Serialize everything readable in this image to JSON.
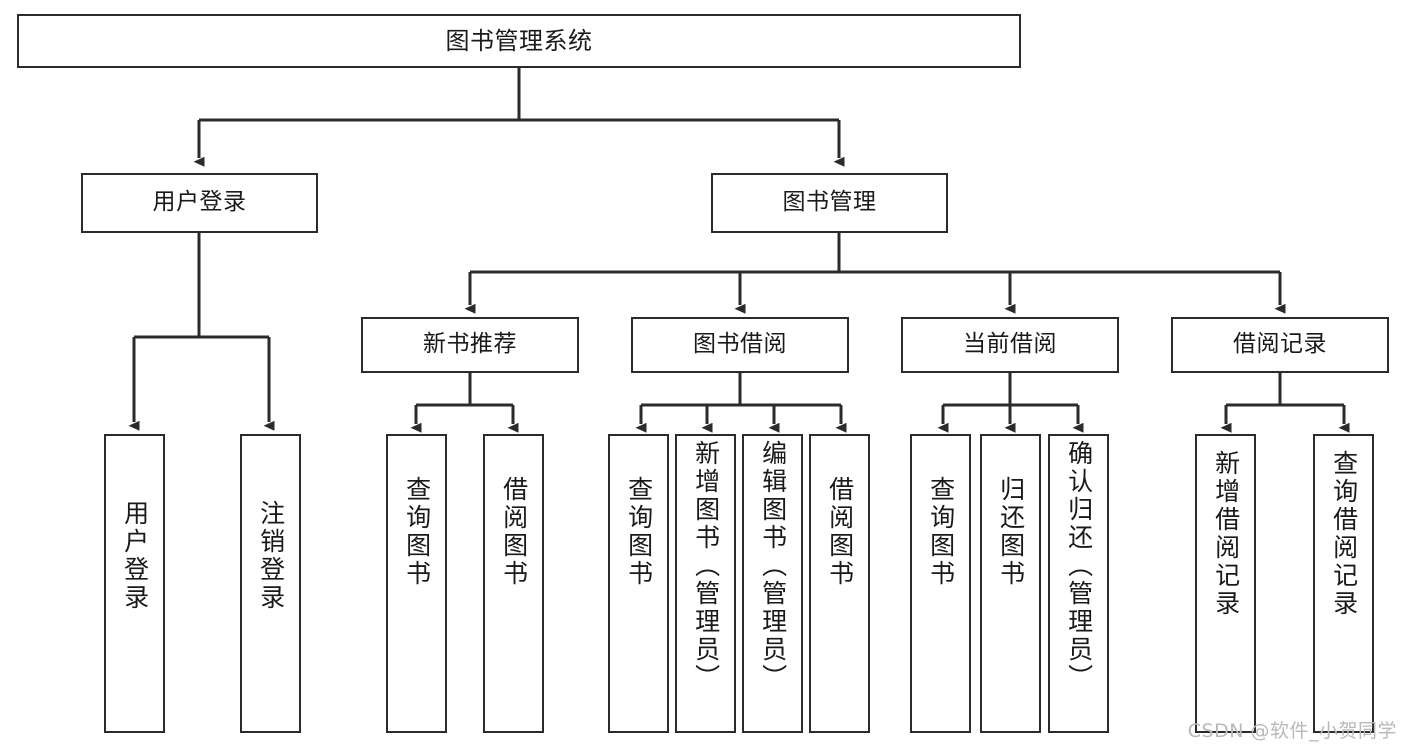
{
  "diagram": {
    "type": "tree",
    "title": "图书管理系统",
    "orientation": "top-down",
    "line_color": "#2b2b2b",
    "box_fill": "#ffffff",
    "text_color": "#1a1a1a"
  },
  "nodes": {
    "root": {
      "label": "图书管理系统"
    },
    "level2": [
      {
        "id": "user-login",
        "label": "用户登录"
      },
      {
        "id": "book-manage",
        "label": "图书管理"
      }
    ],
    "level3": [
      {
        "id": "new-book-recommend",
        "label": "新书推荐"
      },
      {
        "id": "book-borrow",
        "label": "图书借阅"
      },
      {
        "id": "current-borrow",
        "label": "当前借阅"
      },
      {
        "id": "borrow-record",
        "label": "借阅记录"
      }
    ],
    "leaves": {
      "user-login": [
        {
          "id": "leaf-user-login",
          "label": "用户登录"
        },
        {
          "id": "leaf-logout-login",
          "label": "注销登录"
        }
      ],
      "new-book-recommend": [
        {
          "id": "leaf-query-book-1",
          "label": "查询图书"
        },
        {
          "id": "leaf-borrow-book-1",
          "label": "借阅图书"
        }
      ],
      "book-borrow": [
        {
          "id": "leaf-query-book-2",
          "label": "查询图书"
        },
        {
          "id": "leaf-add-book",
          "label": "新增图书（管理员）"
        },
        {
          "id": "leaf-edit-book",
          "label": "编辑图书（管理员）"
        },
        {
          "id": "leaf-borrow-book-2",
          "label": "借阅图书"
        }
      ],
      "current-borrow": [
        {
          "id": "leaf-query-book-3",
          "label": "查询图书"
        },
        {
          "id": "leaf-return-book",
          "label": "归还图书"
        },
        {
          "id": "leaf-confirm-return",
          "label": "确认归还（管理员）"
        }
      ],
      "borrow-record": [
        {
          "id": "leaf-add-record",
          "label": "新增借阅记录"
        },
        {
          "id": "leaf-query-record",
          "label": "查询借阅记录"
        }
      ]
    }
  },
  "watermark": {
    "text": "CSDN @软件_小贺同学"
  }
}
